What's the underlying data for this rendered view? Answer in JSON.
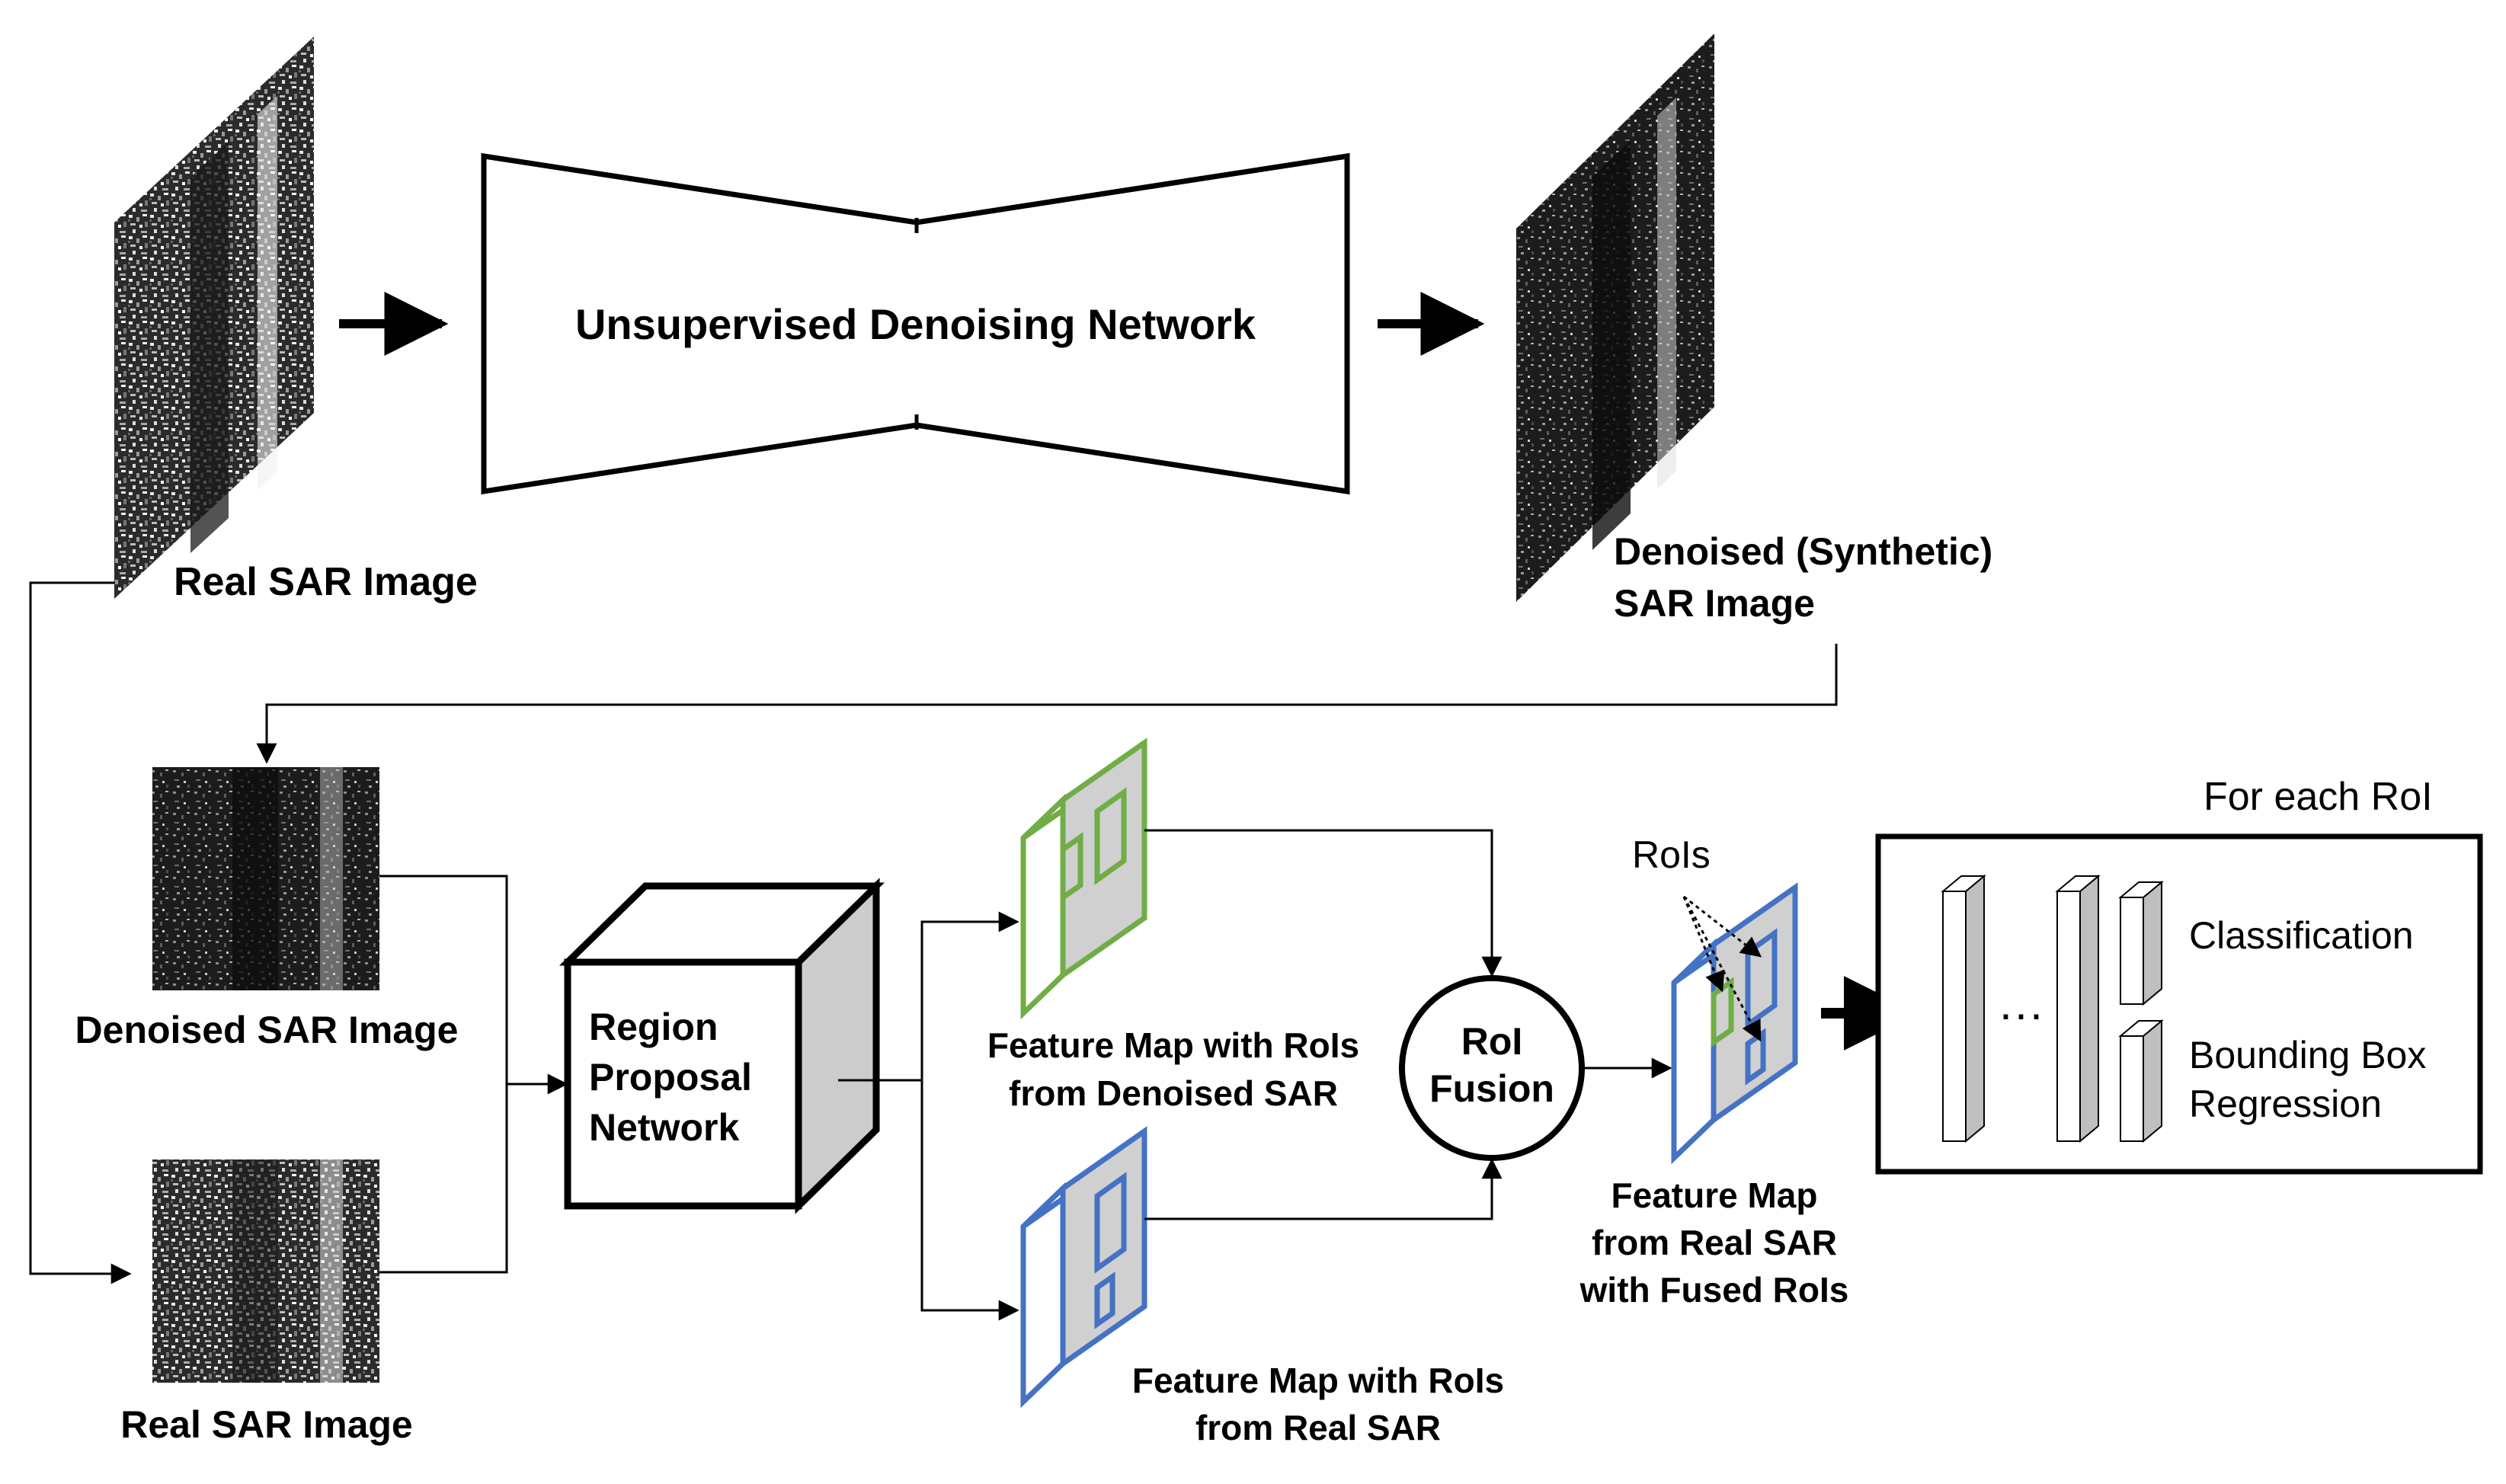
{
  "labels": {
    "real_sar_top": "Real SAR Image",
    "denoising_network": "Unsupervised Denoising Network",
    "denoised_synthetic_line1": "Denoised (Synthetic)",
    "denoised_synthetic_line2": "SAR Image",
    "denoised_sar_image": "Denoised SAR Image",
    "real_sar_bottom": "Real SAR Image",
    "rpn_line1": "Region",
    "rpn_line2": "Proposal",
    "rpn_line3": "Network",
    "fm_denoised_line1": "Feature Map with RoIs",
    "fm_denoised_line2": "from Denoised SAR",
    "fm_real_line1": "Feature Map with RoIs",
    "fm_real_line2": "from Real SAR",
    "roi_fusion_line1": "RoI",
    "roi_fusion_line2": "Fusion",
    "rois": "RoIs",
    "fused_line1": "Feature Map",
    "fused_line2": "from Real SAR",
    "fused_line3": "with Fused RoIs",
    "for_each_roi": "For each RoI",
    "classification": "Classification",
    "bbox_line1": "Bounding Box",
    "bbox_line2": "Regression",
    "ellipsis": "···"
  },
  "colors": {
    "line": "#000000",
    "feature_map_fill": "#d0d0d0",
    "denoised_border": "#70ad47",
    "real_border": "#4472c4",
    "cube_side": "#cccccc",
    "fc_side": "#bfbfbf"
  }
}
